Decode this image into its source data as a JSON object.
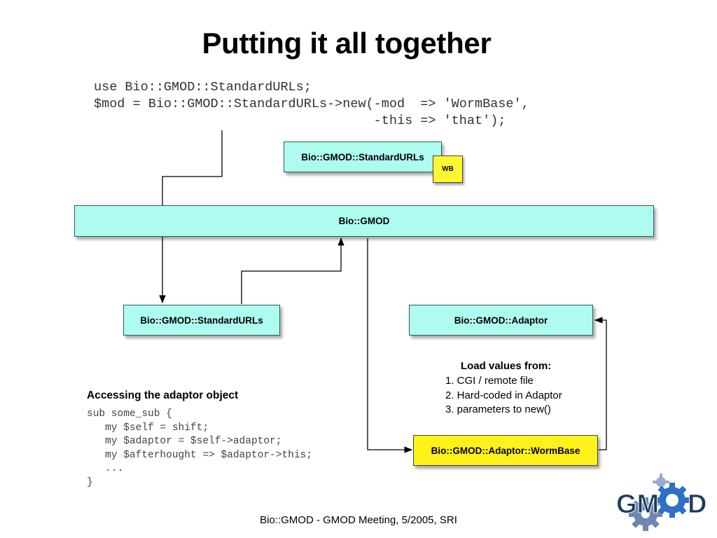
{
  "slide": {
    "title": "Putting it all together",
    "code_top": [
      "use Bio::GMOD::StandardURLs;",
      "$mod = Bio::GMOD::StandardURLs->new(-mod  => 'WormBase',",
      "                                    -this => 'that');"
    ],
    "footer": "Bio::GMOD - GMOD Meeting, 5/2005, SRI"
  },
  "diagram": {
    "boxes": {
      "standardurls_top": "Bio::GMOD::StandardURLs",
      "wb_badge": "WB",
      "gmod": "Bio::GMOD",
      "standardurls_bottom": "Bio::GMOD::StandardURLs",
      "adaptor": "Bio::GMOD::Adaptor",
      "adaptor_wormbase": "Bio::GMOD::Adaptor::WormBase"
    },
    "load_values": {
      "title": "Load values from:",
      "items": [
        "1. CGI / remote file",
        "2. Hard-coded in Adaptor",
        "3. parameters to new()"
      ]
    },
    "accessing": {
      "title": "Accessing the adaptor object",
      "code": [
        "sub some_sub {",
        "   my $self = shift;",
        "   my $adaptor = $self->adaptor;",
        "   my $afterhought => $adaptor->this;",
        "   ...",
        "}"
      ]
    }
  },
  "logo": {
    "text": "GMOD",
    "colors": {
      "dark": "#1c3a5a",
      "gear": "#6f86b3",
      "blue": "#2f6fc7"
    }
  }
}
